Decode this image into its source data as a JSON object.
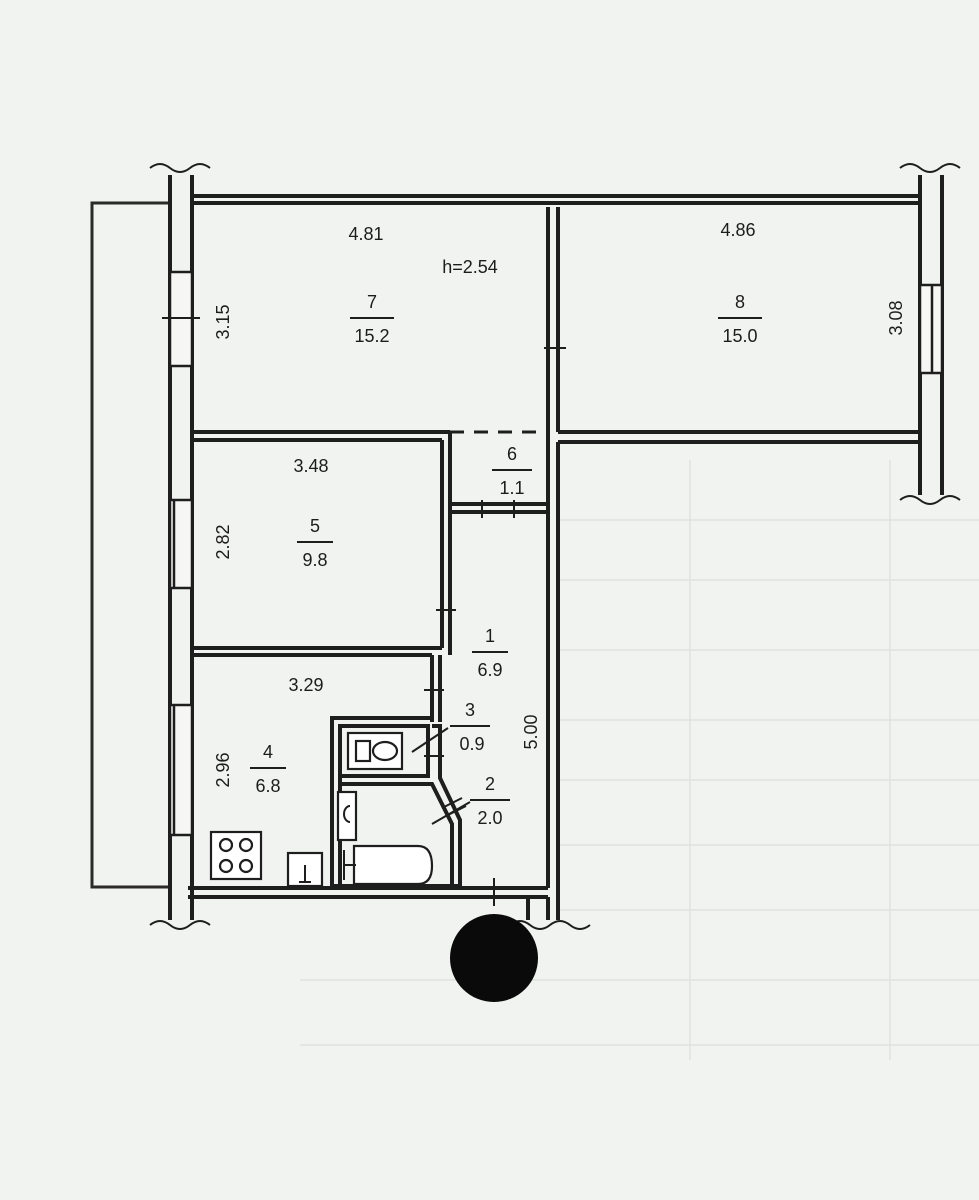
{
  "plan": {
    "ceiling_height": "h=2.54",
    "rooms": [
      {
        "number": "1",
        "area": "6.9",
        "dim_vertical": "5.00"
      },
      {
        "number": "2",
        "area": "2.0"
      },
      {
        "number": "3",
        "area": "0.9"
      },
      {
        "number": "4",
        "area": "6.8",
        "dim_horizontal": "3.29",
        "dim_vertical": "2.96"
      },
      {
        "number": "5",
        "area": "9.8",
        "dim_horizontal": "3.48",
        "dim_vertical": "2.82"
      },
      {
        "number": "6",
        "area": "1.1"
      },
      {
        "number": "7",
        "area": "15.2",
        "dim_horizontal": "4.81",
        "dim_vertical": "3.15"
      },
      {
        "number": "8",
        "area": "15.0",
        "dim_horizontal": "4.86",
        "dim_vertical": "3.08"
      }
    ],
    "colors": {
      "ink": "#1e1e1e",
      "paper": "#f1f3f0",
      "redaction": "#0a0a0a"
    },
    "icons": [
      "stove-icon",
      "sink-icon",
      "toilet-icon",
      "bathtub-icon",
      "washbasin-icon"
    ]
  }
}
